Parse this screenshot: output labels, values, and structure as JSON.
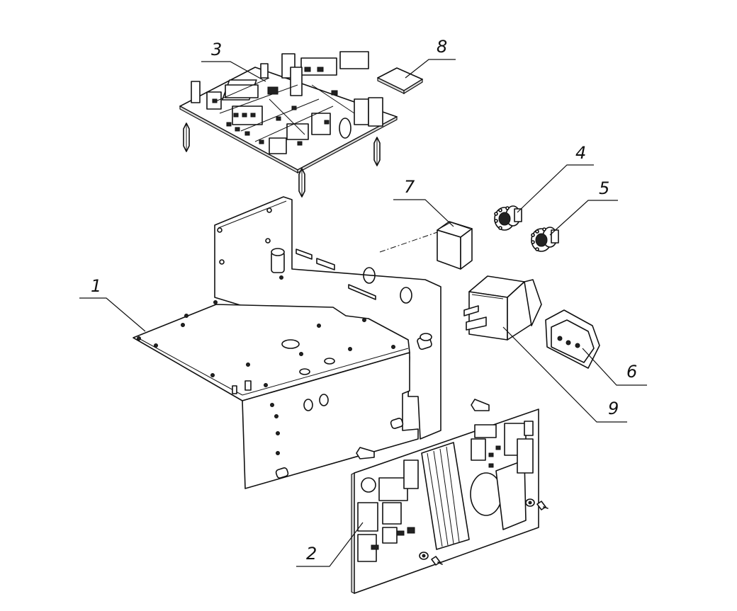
{
  "diagram": {
    "type": "exploded-assembly",
    "colors": {
      "line": "#111111",
      "background": "#ffffff"
    },
    "callouts": [
      {
        "id": "1",
        "label": "1"
      },
      {
        "id": "2",
        "label": "2"
      },
      {
        "id": "3",
        "label": "3"
      },
      {
        "id": "4",
        "label": "4"
      },
      {
        "id": "5",
        "label": "5"
      },
      {
        "id": "6",
        "label": "6"
      },
      {
        "id": "7",
        "label": "7"
      },
      {
        "id": "8",
        "label": "8"
      },
      {
        "id": "9",
        "label": "9"
      }
    ]
  }
}
